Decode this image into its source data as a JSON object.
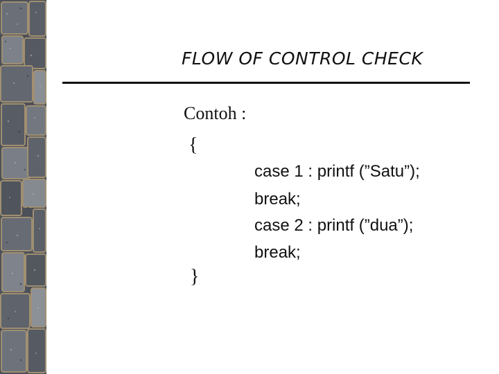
{
  "slide": {
    "title": "FLOW OF CONTROL CHECK",
    "example_label": "Contoh :",
    "code": {
      "open_brace": "{",
      "lines": [
        "case 1 : printf (”Satu”);",
        "break;",
        "case 2 : printf (”dua”);",
        "break;"
      ],
      "close_brace": "}"
    }
  },
  "colors": {
    "background": "#ffffff",
    "text": "#111111",
    "stone_dark": "#3f434a",
    "stone_mid": "#6b7078",
    "stone_light": "#9a9ea4"
  }
}
